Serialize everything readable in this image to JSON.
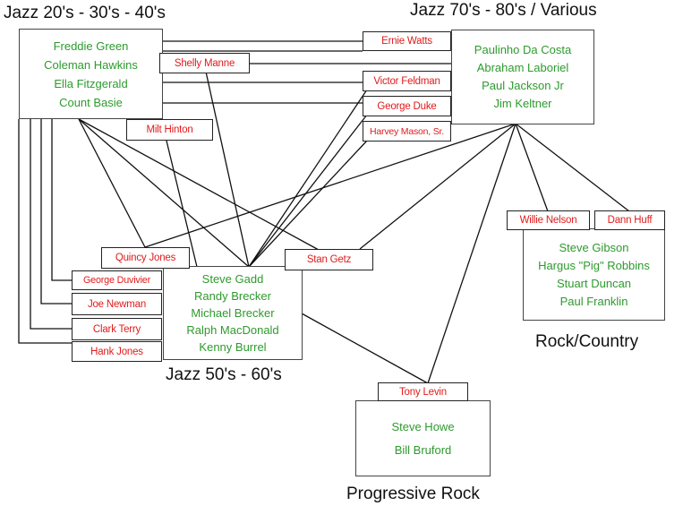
{
  "titles": {
    "jazz2040": "Jazz 20's - 30's - 40's",
    "jazz7080": "Jazz 70's - 80's / Various",
    "jazz5060": "Jazz 50's - 60's",
    "rock_country": "Rock/Country",
    "prog_rock": "Progressive Rock"
  },
  "groups": {
    "jazz2040": [
      "Freddie Green",
      "Coleman Hawkins",
      "Ella Fitzgerald",
      "Count Basie"
    ],
    "jazz7080": [
      "Paulinho Da Costa",
      "Abraham Laboriel",
      "Paul Jackson Jr",
      "Jim Keltner"
    ],
    "jazz5060": [
      "Steve Gadd",
      "Randy Brecker",
      "Michael Brecker",
      "Ralph MacDonald",
      "Kenny Burrel"
    ],
    "rock_country": [
      "Steve Gibson",
      "Hargus \"Pig\" Robbins",
      "Stuart Duncan",
      "Paul Franklin"
    ],
    "prog_rock": [
      "Steve Howe",
      "Bill Bruford"
    ]
  },
  "connectors": {
    "ernie_watts": "Ernie Watts",
    "shelly_manne": "Shelly Manne",
    "victor_feldman": "Victor Feldman",
    "george_duke": "George Duke",
    "harvey_mason": "Harvey Mason, Sr.",
    "milt_hinton": "Milt Hinton",
    "willie_nelson": "Willie Nelson",
    "dann_huff": "Dann Huff",
    "quincy_jones": "Quincy Jones",
    "stan_getz": "Stan Getz",
    "george_duvivier": "George Duvivier",
    "joe_newman": "Joe Newman",
    "clark_terry": "Clark Terry",
    "hank_jones": "Hank Jones",
    "tony_levin": "Tony Levin"
  },
  "colors": {
    "name_text": "#2e9a2e",
    "connector_text": "#e01b1b",
    "line": "#111111"
  }
}
